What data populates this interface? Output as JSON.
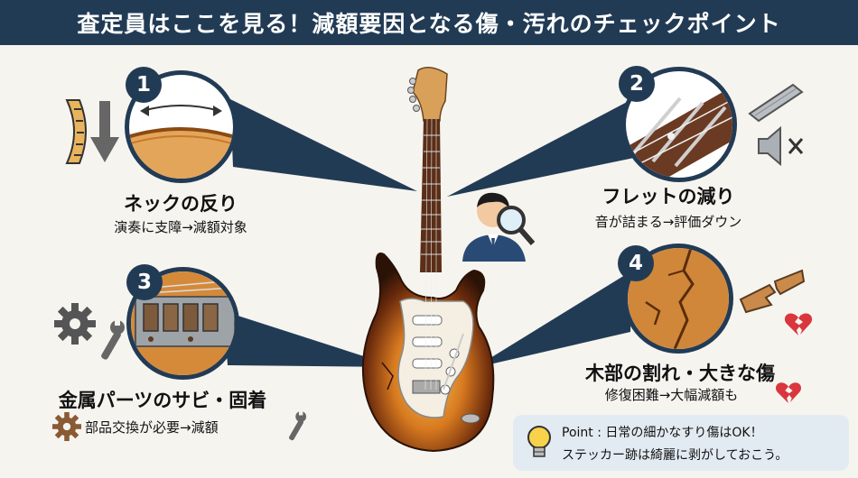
{
  "header": {
    "title": "査定員はここを見る！減額要因となる傷・汚れのチェックポイント"
  },
  "points": [
    {
      "number": "1",
      "title": "ネックの反り",
      "desc": "演奏に支障→減額対象"
    },
    {
      "number": "2",
      "title": "フレットの減り",
      "desc": "音が詰まる→評価ダウン"
    },
    {
      "number": "3",
      "title": "金属パーツのサビ・固着",
      "desc": "部品交換が必要→減額"
    },
    {
      "number": "4",
      "title": "木部の割れ・大きな傷",
      "desc": "修復困難→大幅減額も"
    }
  ],
  "tip": {
    "line1": "Point : 日常の細かなすり傷はOK！",
    "line2": "ステッカー跡は綺麗に剥がしておこう。"
  },
  "colors": {
    "header_bg": "#223b55",
    "page_bg": "#f6f4ef",
    "accent_heart": "#d9363e",
    "guitar_sunburst": "#8a3a10"
  },
  "icons": {
    "p1_left": "neck-warp-ruler-icon",
    "p1_arrow": "down-arrow-icon",
    "p2_bar": "metal-bar-icon",
    "p2_sound": "speaker-mute-icon",
    "p3_left": "gear-icon",
    "p3_wrench": "wrench-icon",
    "p4_wood": "broken-wood-icon",
    "p4_heart": "broken-heart-icon",
    "tip": "lightbulb-icon",
    "inspector": "appraiser-magnifier-icon"
  }
}
